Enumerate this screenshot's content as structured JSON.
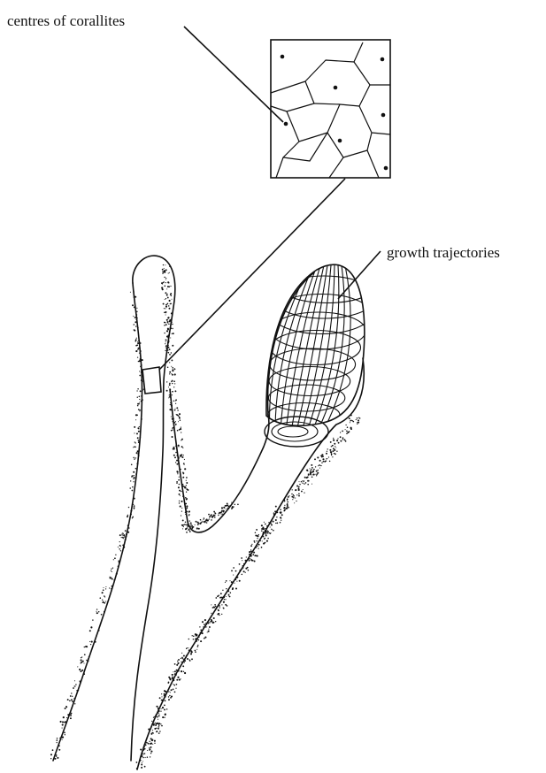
{
  "labels": {
    "corallites": "centres of corallites",
    "growth": "growth trajectories"
  },
  "colors": {
    "ink": "#111111",
    "paper": "#ffffff"
  },
  "illustration": {
    "subject": "branching-coral-branch",
    "inset": "polygonal-corallite-grid",
    "tip_pattern": "growth-trajectory-mesh"
  }
}
